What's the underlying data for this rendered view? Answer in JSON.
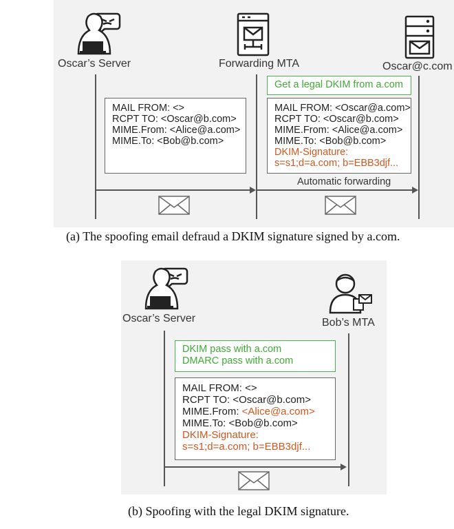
{
  "panel_a": {
    "actors": {
      "oscar_server": "Oscar’s Server",
      "forwarding_mta": "Forwarding MTA",
      "oscar_c": "Oscar@c.com"
    },
    "message_1": {
      "mail_from": "MAIL FROM: <>",
      "rcpt_to": "RCPT TO: <Oscar@b.com>",
      "mime_from": "MIME.From: <Alice@a.com>",
      "mime_to": "MIME.To: <Bob@b.com>"
    },
    "get_dkim_note": "Get a legal DKIM from a.com",
    "message_2": {
      "mail_from": "MAIL FROM: <Oscar@a.com>",
      "rcpt_to": "RCPT TO: <Oscar@b.com>",
      "mime_from": "MIME.From: <Alice@a.com>",
      "mime_to": "MIME.To: <Bob@b.com>",
      "dkim_label": "DKIM-Signature:",
      "dkim_value": "s=s1;d=a.com; b=EBB3djf..."
    },
    "arrow_label": "Automatic forwarding",
    "caption": "(a)  The spoofing email defraud a DKIM signature signed by a.com."
  },
  "panel_b": {
    "actors": {
      "oscar_server": "Oscar’s Server",
      "bob_mta": "Bob’s MTA"
    },
    "pass_note": {
      "dkim": "DKIM pass with a.com",
      "dmarc": "DMARC pass with a.com"
    },
    "message": {
      "mail_from": "MAIL FROM: <>",
      "rcpt_to": "RCPT TO: <Oscar@b.com>",
      "mime_from_prefix": "MIME.From: ",
      "mime_from_value": "<Alice@a.com>",
      "mime_to": "MIME.To: <Bob@b.com>",
      "dkim_label": "DKIM-Signature:",
      "dkim_value": "s=s1;d=a.com; b=EBB3djf..."
    },
    "caption": "(b)  Spoofing with the legal DKIM signature."
  },
  "colors": {
    "highlight_red": "#d0571f",
    "note_green": "#3faa35",
    "background_gray": "#f2f2f2"
  },
  "icons": [
    "hacker-icon",
    "server-mailbox-icon",
    "envelope-icon",
    "user-mail-icon",
    "mta-router-icon"
  ]
}
